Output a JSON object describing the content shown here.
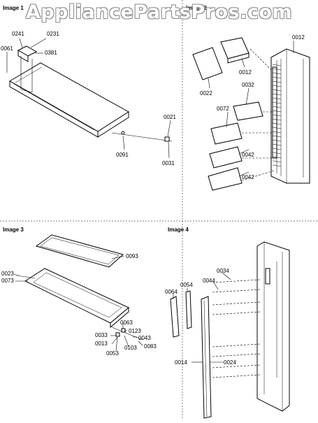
{
  "watermark": "AppliancePartsPros.com",
  "panels": {
    "image1": {
      "heading": "Image 1",
      "parts": [
        "0241",
        "0231",
        "0061",
        "0381",
        "0021",
        "0091",
        "0031"
      ]
    },
    "image2": {
      "heading": "Image 2",
      "parts": [
        "0012",
        "0012",
        "0022",
        "0032",
        "0072",
        "0042",
        "0042"
      ]
    },
    "image3": {
      "heading": "Image 3",
      "parts": [
        "0093",
        "0023",
        "0073",
        "0063",
        "0123",
        "0033",
        "0043",
        "0013",
        "0083",
        "0053",
        "0103"
      ]
    },
    "image4": {
      "heading": "Image 4",
      "parts": [
        "0034",
        "0064",
        "0054",
        "0044",
        "0014",
        "0024"
      ]
    }
  }
}
